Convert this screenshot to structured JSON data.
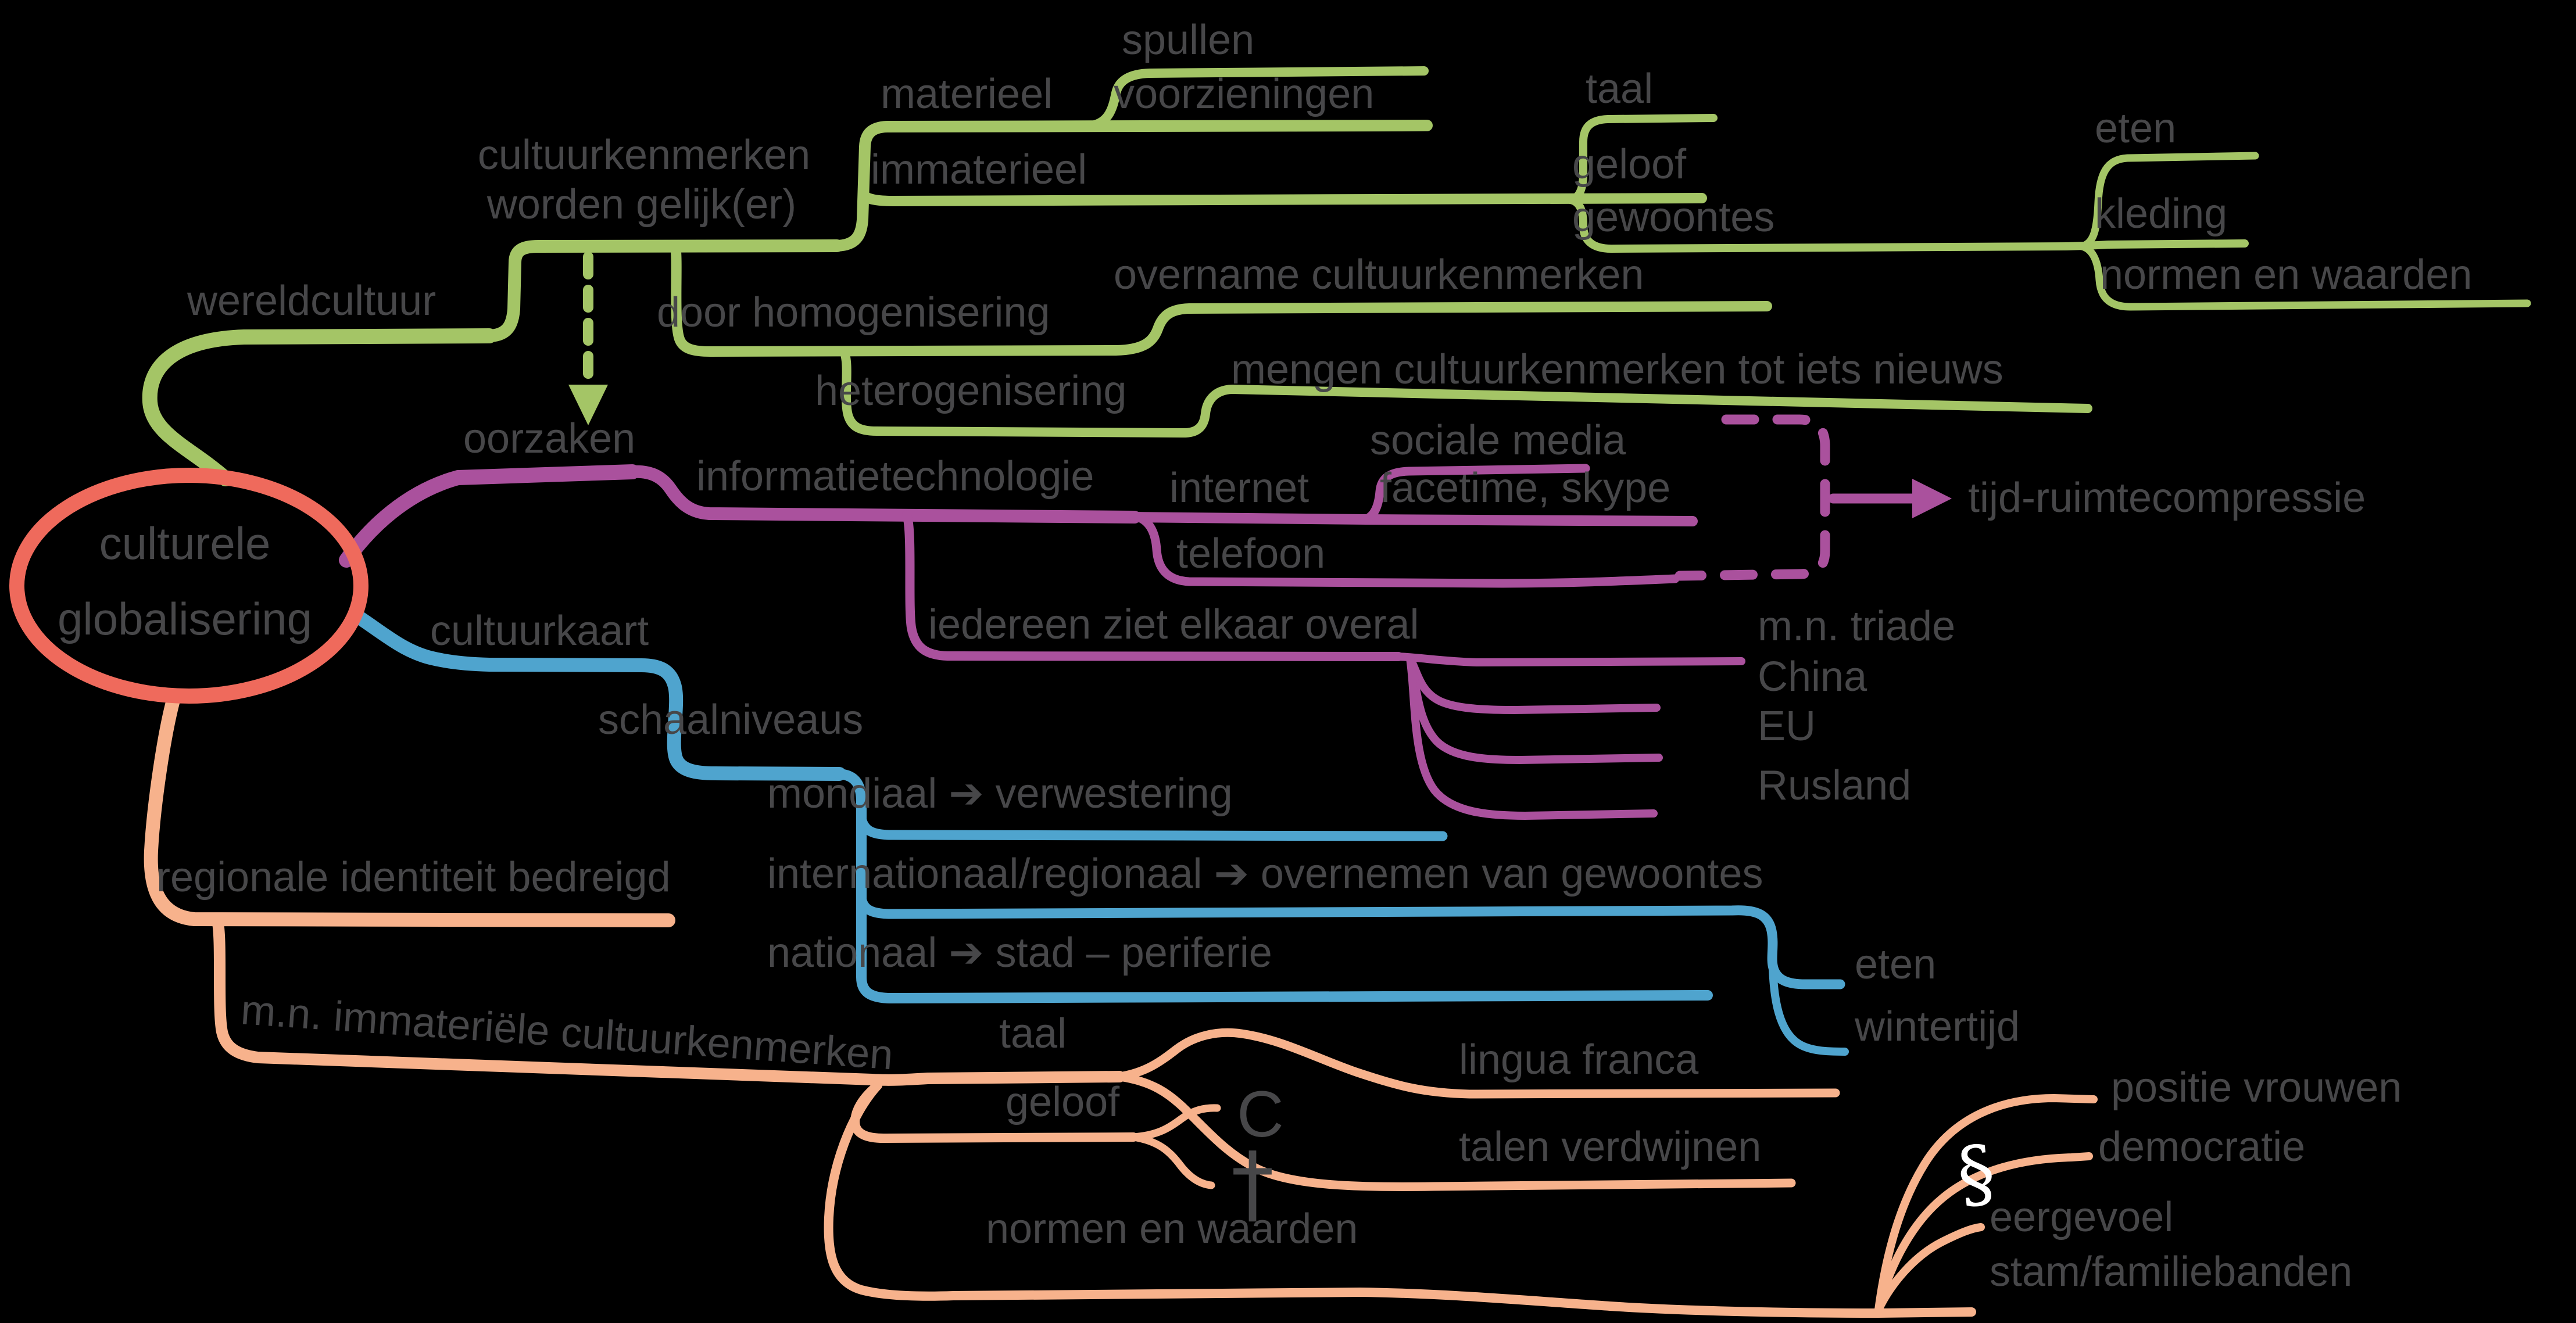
{
  "document": {
    "type": "mindmap",
    "language": "nl",
    "background": "#000000"
  },
  "colors": {
    "background": "#000000",
    "text": "#474749",
    "center_ellipse": "#ef6a5c",
    "branch_green": "#a4c566",
    "branch_purple": "#aa519d",
    "branch_blue": "#4fa4ce",
    "branch_orange": "#f7b28c",
    "symbol_white": "#ffffff"
  },
  "labels": {
    "center_line1": "culturele",
    "center_line2": "globalisering",
    "wereldcultuur": "wereldcultuur",
    "cultuurkenmerken_line1": "cultuurkenmerken",
    "cultuurkenmerken_line2": "worden gelijk(er)",
    "materieel": "materieel",
    "spullen": "spullen",
    "voorzieningen": "voorzieningen",
    "immaterieel": "immaterieel",
    "taal_groen": "taal",
    "geloof_groen": "geloof",
    "gewoontes": "gewoontes",
    "eten_groen": "eten",
    "kleding": "kleding",
    "normen_groen": "normen en waarden",
    "door_homogenisering": "door homogenisering",
    "overname_cultuurkenmerken": "overname cultuurkenmerken",
    "heterogenisering": "heterogenisering",
    "mengen": "mengen cultuurkenmerken tot iets nieuws",
    "oorzaken": "oorzaken",
    "informatietechnologie": "informatietechnologie",
    "internet": "internet",
    "sociale_media": "sociale media",
    "facetime_skype": "facetime, skype",
    "telefoon": "telefoon",
    "tijd_ruimtecompressie": "tijd-ruimtecompressie",
    "iedereen": "iedereen ziet elkaar overal",
    "mn_triade": "m.n. triade",
    "china": "China",
    "eu": "EU",
    "rusland": "Rusland",
    "cultuurkaart": "cultuurkaart",
    "schaalniveaus": "schaalniveaus",
    "mondiaal": "mondiaal ➔ verwestering",
    "internationaal": "internationaal/regionaal ➔ overnemen van gewoontes",
    "nationaal": "nationaal ➔ stad – periferie",
    "eten_blauw": "eten",
    "wintertijd": "wintertijd",
    "regionale_identiteit": "regionale identiteit bedreigd",
    "mn_immateriele": "m.n. immateriële cultuurkenmerken",
    "taal_oranje": "taal",
    "lingua_franca": "lingua franca",
    "geloof_oranje": "geloof",
    "islam_symbool": "C",
    "kruis_symbool": "†",
    "talen_verdwijnen": "talen verdwijnen",
    "positie_vrouwen": "positie vrouwen",
    "democratie": "democratie",
    "paragraaf_symbool": "§",
    "eergevoel": "eergevoel",
    "normen_oranje": "normen en waarden",
    "stam_familiebanden": "stam/familiebanden"
  }
}
